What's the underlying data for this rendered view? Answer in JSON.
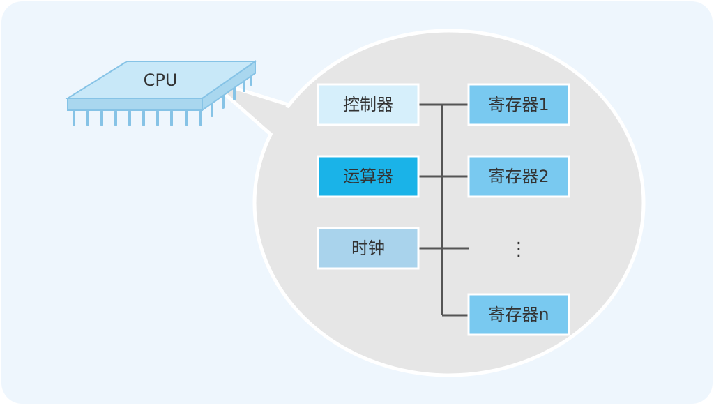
{
  "chip": {
    "label": "CPU"
  },
  "components": [
    {
      "label": "控制器",
      "color": "#d6effb"
    },
    {
      "label": "运算器",
      "color": "#1ab3e8"
    },
    {
      "label": "时钟",
      "color": "#a9d3ec"
    }
  ],
  "registers": [
    {
      "label": "寄存器1"
    },
    {
      "label": "寄存器2"
    },
    {
      "label": "寄存器n"
    }
  ],
  "ellipsis": "⋮",
  "colors": {
    "background": "#eef6fd",
    "bubble": "#e6e6e6",
    "bubble_border": "#ffffff",
    "register_fill": "#79c9f0",
    "bus_line": "#555555",
    "chip_top": "#c8e8f8",
    "chip_side": "#a9d7ef",
    "chip_outline": "#86c3e6"
  }
}
